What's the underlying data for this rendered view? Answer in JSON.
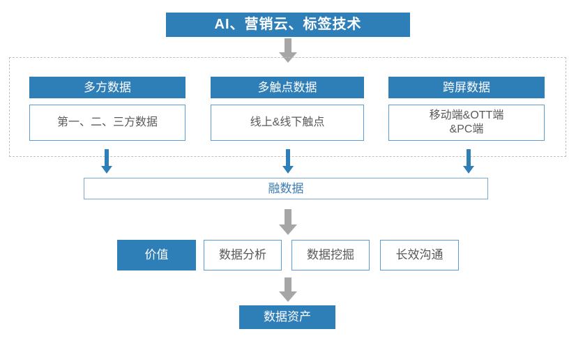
{
  "diagram": {
    "title_banner": {
      "label": "AI、营销云、标签技术",
      "bg_color": "#2E7EB8",
      "text_color": "#FFFFFF"
    },
    "source_group": {
      "border_style": "dashed",
      "border_color": "#BFBFBF",
      "columns": [
        {
          "header": "多方数据",
          "body": "第一、二、三方数据"
        },
        {
          "header": "多触点数据",
          "body": "线上&线下触点"
        },
        {
          "header": "跨屏数据",
          "body": "移动端&OTT端\n&PC端",
          "body_line1": "移动端&OTT端",
          "body_line2": "&PC端"
        }
      ]
    },
    "merge_bar": {
      "label": "融数据",
      "text_color": "#3E7CB1",
      "border_color": "#7BA7D7"
    },
    "value_row": [
      {
        "label": "价值",
        "style": "filled"
      },
      {
        "label": "数据分析",
        "style": "outline"
      },
      {
        "label": "数据挖掘",
        "style": "outline"
      },
      {
        "label": "长效沟通",
        "style": "outline"
      }
    ],
    "outcome": {
      "label": "数据资产",
      "bg_color": "#2E7EB8",
      "text_color": "#FFFFFF"
    },
    "arrows": [
      {
        "name": "title-to-sources",
        "color": "#A6A6A6",
        "direction": "down"
      },
      {
        "name": "source-1-to-merge",
        "color": "#2E7EB8",
        "direction": "down"
      },
      {
        "name": "source-2-to-merge",
        "color": "#2E7EB8",
        "direction": "down"
      },
      {
        "name": "source-3-to-merge",
        "color": "#2E7EB8",
        "direction": "down"
      },
      {
        "name": "merge-to-value",
        "color": "#A6A6A6",
        "direction": "down"
      },
      {
        "name": "value-to-outcome",
        "color": "#A6A6A6",
        "direction": "down"
      }
    ],
    "palette": {
      "brand_blue": "#2E7EB8",
      "light_blue_border": "#5B9BD5",
      "gray_arrow": "#A6A6A6",
      "dashed_gray": "#BFBFBF",
      "body_text_gray": "#595959"
    }
  }
}
